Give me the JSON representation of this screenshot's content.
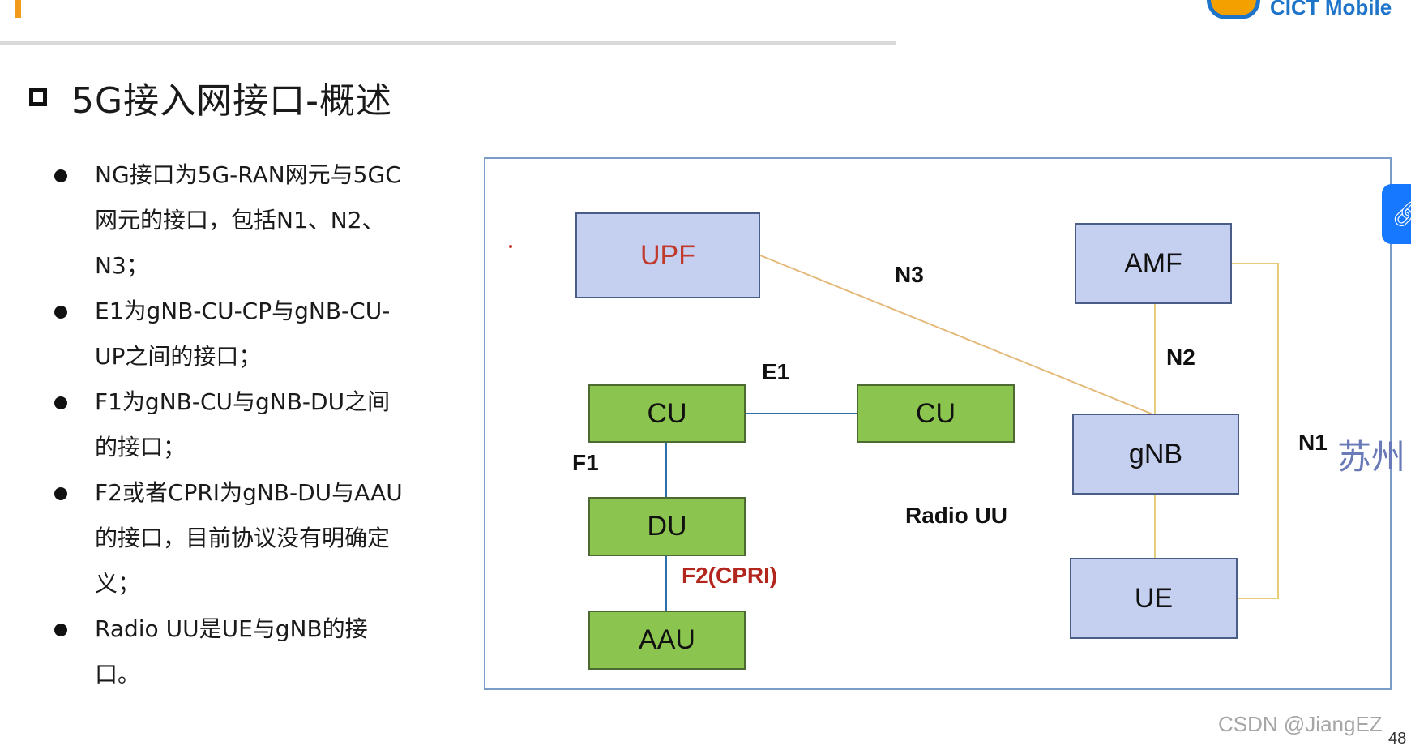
{
  "section_title": "5G接入网接口-概述",
  "bullets": [
    {
      "lines": [
        "NG接口为5G-RAN网元与5GC",
        "网元的接口，包括N1、N2、",
        "N3；"
      ]
    },
    {
      "lines": [
        "E1为gNB-CU-CP与gNB-CU-",
        "UP之间的接口；"
      ]
    },
    {
      "lines": [
        "F1为gNB-CU与gNB-DU之间",
        "的接口；"
      ]
    },
    {
      "lines": [
        "F2或者CPRI为gNB-DU与AAU",
        "的接口，目前协议没有明确定",
        "义；"
      ]
    },
    {
      "lines": [
        "Radio UU是UE与gNB的接",
        "口。"
      ]
    }
  ],
  "diagram": {
    "nodes": {
      "upf": "UPF",
      "amf": "AMF",
      "cu_left": "CU",
      "cu_right": "CU",
      "gnb": "gNB",
      "du": "DU",
      "aau": "AAU",
      "ue": "UE"
    },
    "labels": {
      "n3": "N3",
      "n2": "N2",
      "e1": "E1",
      "f1": "F1",
      "n1": "N1",
      "radio_uu": "Radio UU",
      "f2": "F2(CPRI)"
    },
    "colors": {
      "blue_node": "#c5d0f1",
      "green_node": "#8cc450",
      "upf_text": "#c0392b",
      "f2_text": "#b3261e",
      "link_orange": "#e5b97a",
      "link_gold": "#e8cc7a",
      "link_blue": "#2f6fa8"
    }
  },
  "logo": {
    "text": "CICT Mobile"
  },
  "side_text": "苏州",
  "share_icon": "link-icon",
  "watermark": "CSDN @JiangEZ",
  "page_number": "48"
}
